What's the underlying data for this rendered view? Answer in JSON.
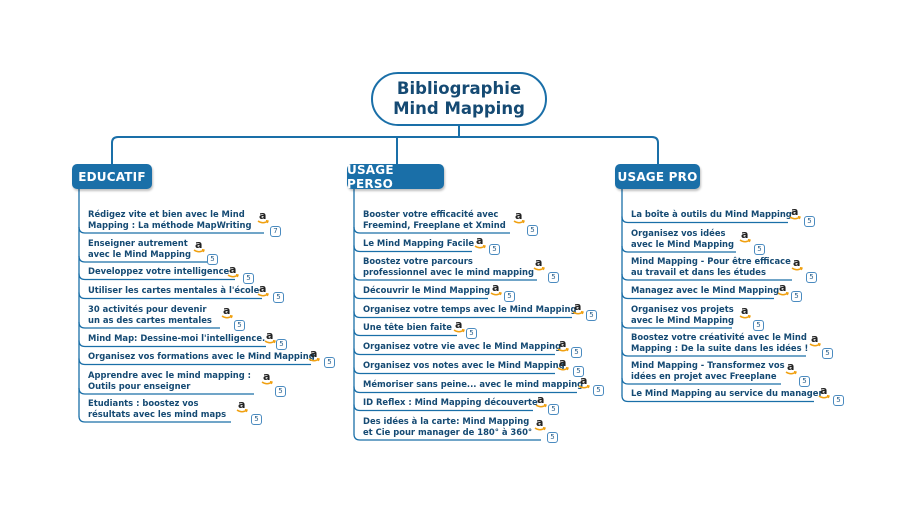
{
  "root": {
    "line1": "Bibliographie",
    "line2": "Mind Mapping"
  },
  "branches": [
    {
      "label": "EDUCATIF",
      "items": [
        {
          "lines": [
            "Rédigez vite et bien avec le Mind",
            "Mapping : La méthode MapWriting"
          ],
          "badge": "7"
        },
        {
          "lines": [
            "Enseigner autrement",
            "avec le Mind Mapping"
          ],
          "badge": "5"
        },
        {
          "lines": [
            "Developpez votre intelligence"
          ],
          "badge": "5"
        },
        {
          "lines": [
            "Utiliser les cartes mentales à l'école"
          ],
          "badge": "5"
        },
        {
          "lines": [
            "30 activités pour devenir",
            "un as des cartes mentales"
          ],
          "badge": "5"
        },
        {
          "lines": [
            "Mind Map: Dessine-moi l'intelligence."
          ],
          "badge": "5"
        },
        {
          "lines": [
            "Organisez vos formations avec le Mind Mapping"
          ],
          "badge": "5"
        },
        {
          "lines": [
            "Apprendre avec le mind mapping :",
            "Outils pour enseigner"
          ],
          "badge": "5"
        },
        {
          "lines": [
            "Etudiants : boostez vos",
            "résultats avec les mind maps"
          ],
          "badge": "5"
        }
      ]
    },
    {
      "label": "USAGE PERSO",
      "items": [
        {
          "lines": [
            "Booster votre efficacité avec",
            "Freemind, Freeplane et Xmind"
          ],
          "badge": "5"
        },
        {
          "lines": [
            "Le Mind Mapping Facile"
          ],
          "badge": "5"
        },
        {
          "lines": [
            "Boostez votre parcours",
            "professionnel avec le mind mapping"
          ],
          "badge": "5"
        },
        {
          "lines": [
            "Découvrir le Mind Mapping"
          ],
          "badge": "5"
        },
        {
          "lines": [
            "Organisez votre temps avec le Mind Mapping"
          ],
          "badge": "5"
        },
        {
          "lines": [
            "Une tête bien faite"
          ],
          "badge": "5"
        },
        {
          "lines": [
            "Organisez votre vie avec le Mind Mapping"
          ],
          "badge": "5"
        },
        {
          "lines": [
            "Organisez vos notes avec le Mind Mapping"
          ],
          "badge": "5"
        },
        {
          "lines": [
            "Mémoriser sans peine... avec le mind mapping"
          ],
          "badge": "5"
        },
        {
          "lines": [
            "ID Reflex : Mind Mapping découverte"
          ],
          "badge": "5"
        },
        {
          "lines": [
            "Des idées à la carte: Mind Mapping",
            "et Cie pour manager de 180° à 360°"
          ],
          "badge": "5"
        }
      ]
    },
    {
      "label": "USAGE PRO",
      "items": [
        {
          "lines": [
            "La boîte à outils du Mind Mapping"
          ],
          "badge": "5"
        },
        {
          "lines": [
            "Organisez vos idées",
            "avec le Mind Mapping"
          ],
          "badge": "5"
        },
        {
          "lines": [
            "Mind Mapping - Pour être efficace",
            "au travail et dans les études"
          ],
          "badge": "5"
        },
        {
          "lines": [
            "Managez avec le Mind Mapping"
          ],
          "badge": "5"
        },
        {
          "lines": [
            "Organisez vos projets",
            "avec le Mind Mapping"
          ],
          "badge": "5"
        },
        {
          "lines": [
            "Boostez votre créativité avec le Mind",
            "Mapping : De la suite dans les idées !"
          ],
          "badge": "5"
        },
        {
          "lines": [
            "Mind Mapping - Transformez vos",
            "idées en projet avec Freeplane"
          ],
          "badge": "5"
        },
        {
          "lines": [
            "Le Mind Mapping au service du manager"
          ],
          "badge": "5"
        }
      ]
    }
  ],
  "icon": "amazon-icon",
  "colors": {
    "branch": "#1a6fa8",
    "text": "#154a73",
    "line": "#1a6fa8",
    "badge_border": "#4a8bc0"
  }
}
